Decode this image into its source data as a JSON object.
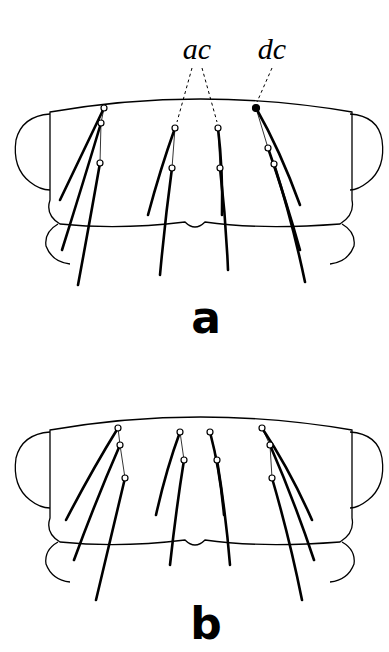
{
  "diagram": {
    "labels": [
      "ac",
      "dc",
      "a",
      "b"
    ]
  }
}
